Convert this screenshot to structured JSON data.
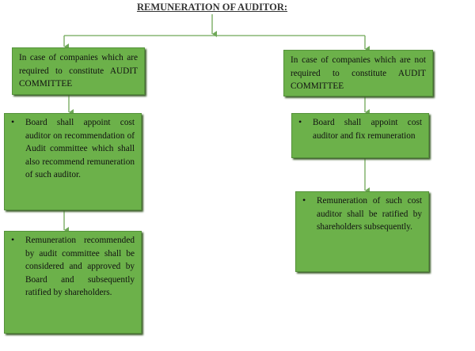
{
  "title": "REMUNERATION OF AUDITOR:",
  "colors": {
    "box_fill": "#6cb14a",
    "connector": "#6fa858"
  },
  "left_branch": {
    "heading": "In case of companies which are required to constitute AUDIT COMMITTEE",
    "step1": "Board shall appoint cost auditor on recommendation of Audit committee which shall also recommend remuneration of such auditor.",
    "step2": "Remuneration recommended by audit committee shall be considered and approved by Board and subsequently ratified by shareholders."
  },
  "right_branch": {
    "heading": "In case of companies which are not required to constitute AUDIT COMMITTEE",
    "step1": "Board shall appoint cost auditor and fix remuneration",
    "step2": "Remuneration of such cost auditor shall be ratified by shareholders subsequently."
  }
}
